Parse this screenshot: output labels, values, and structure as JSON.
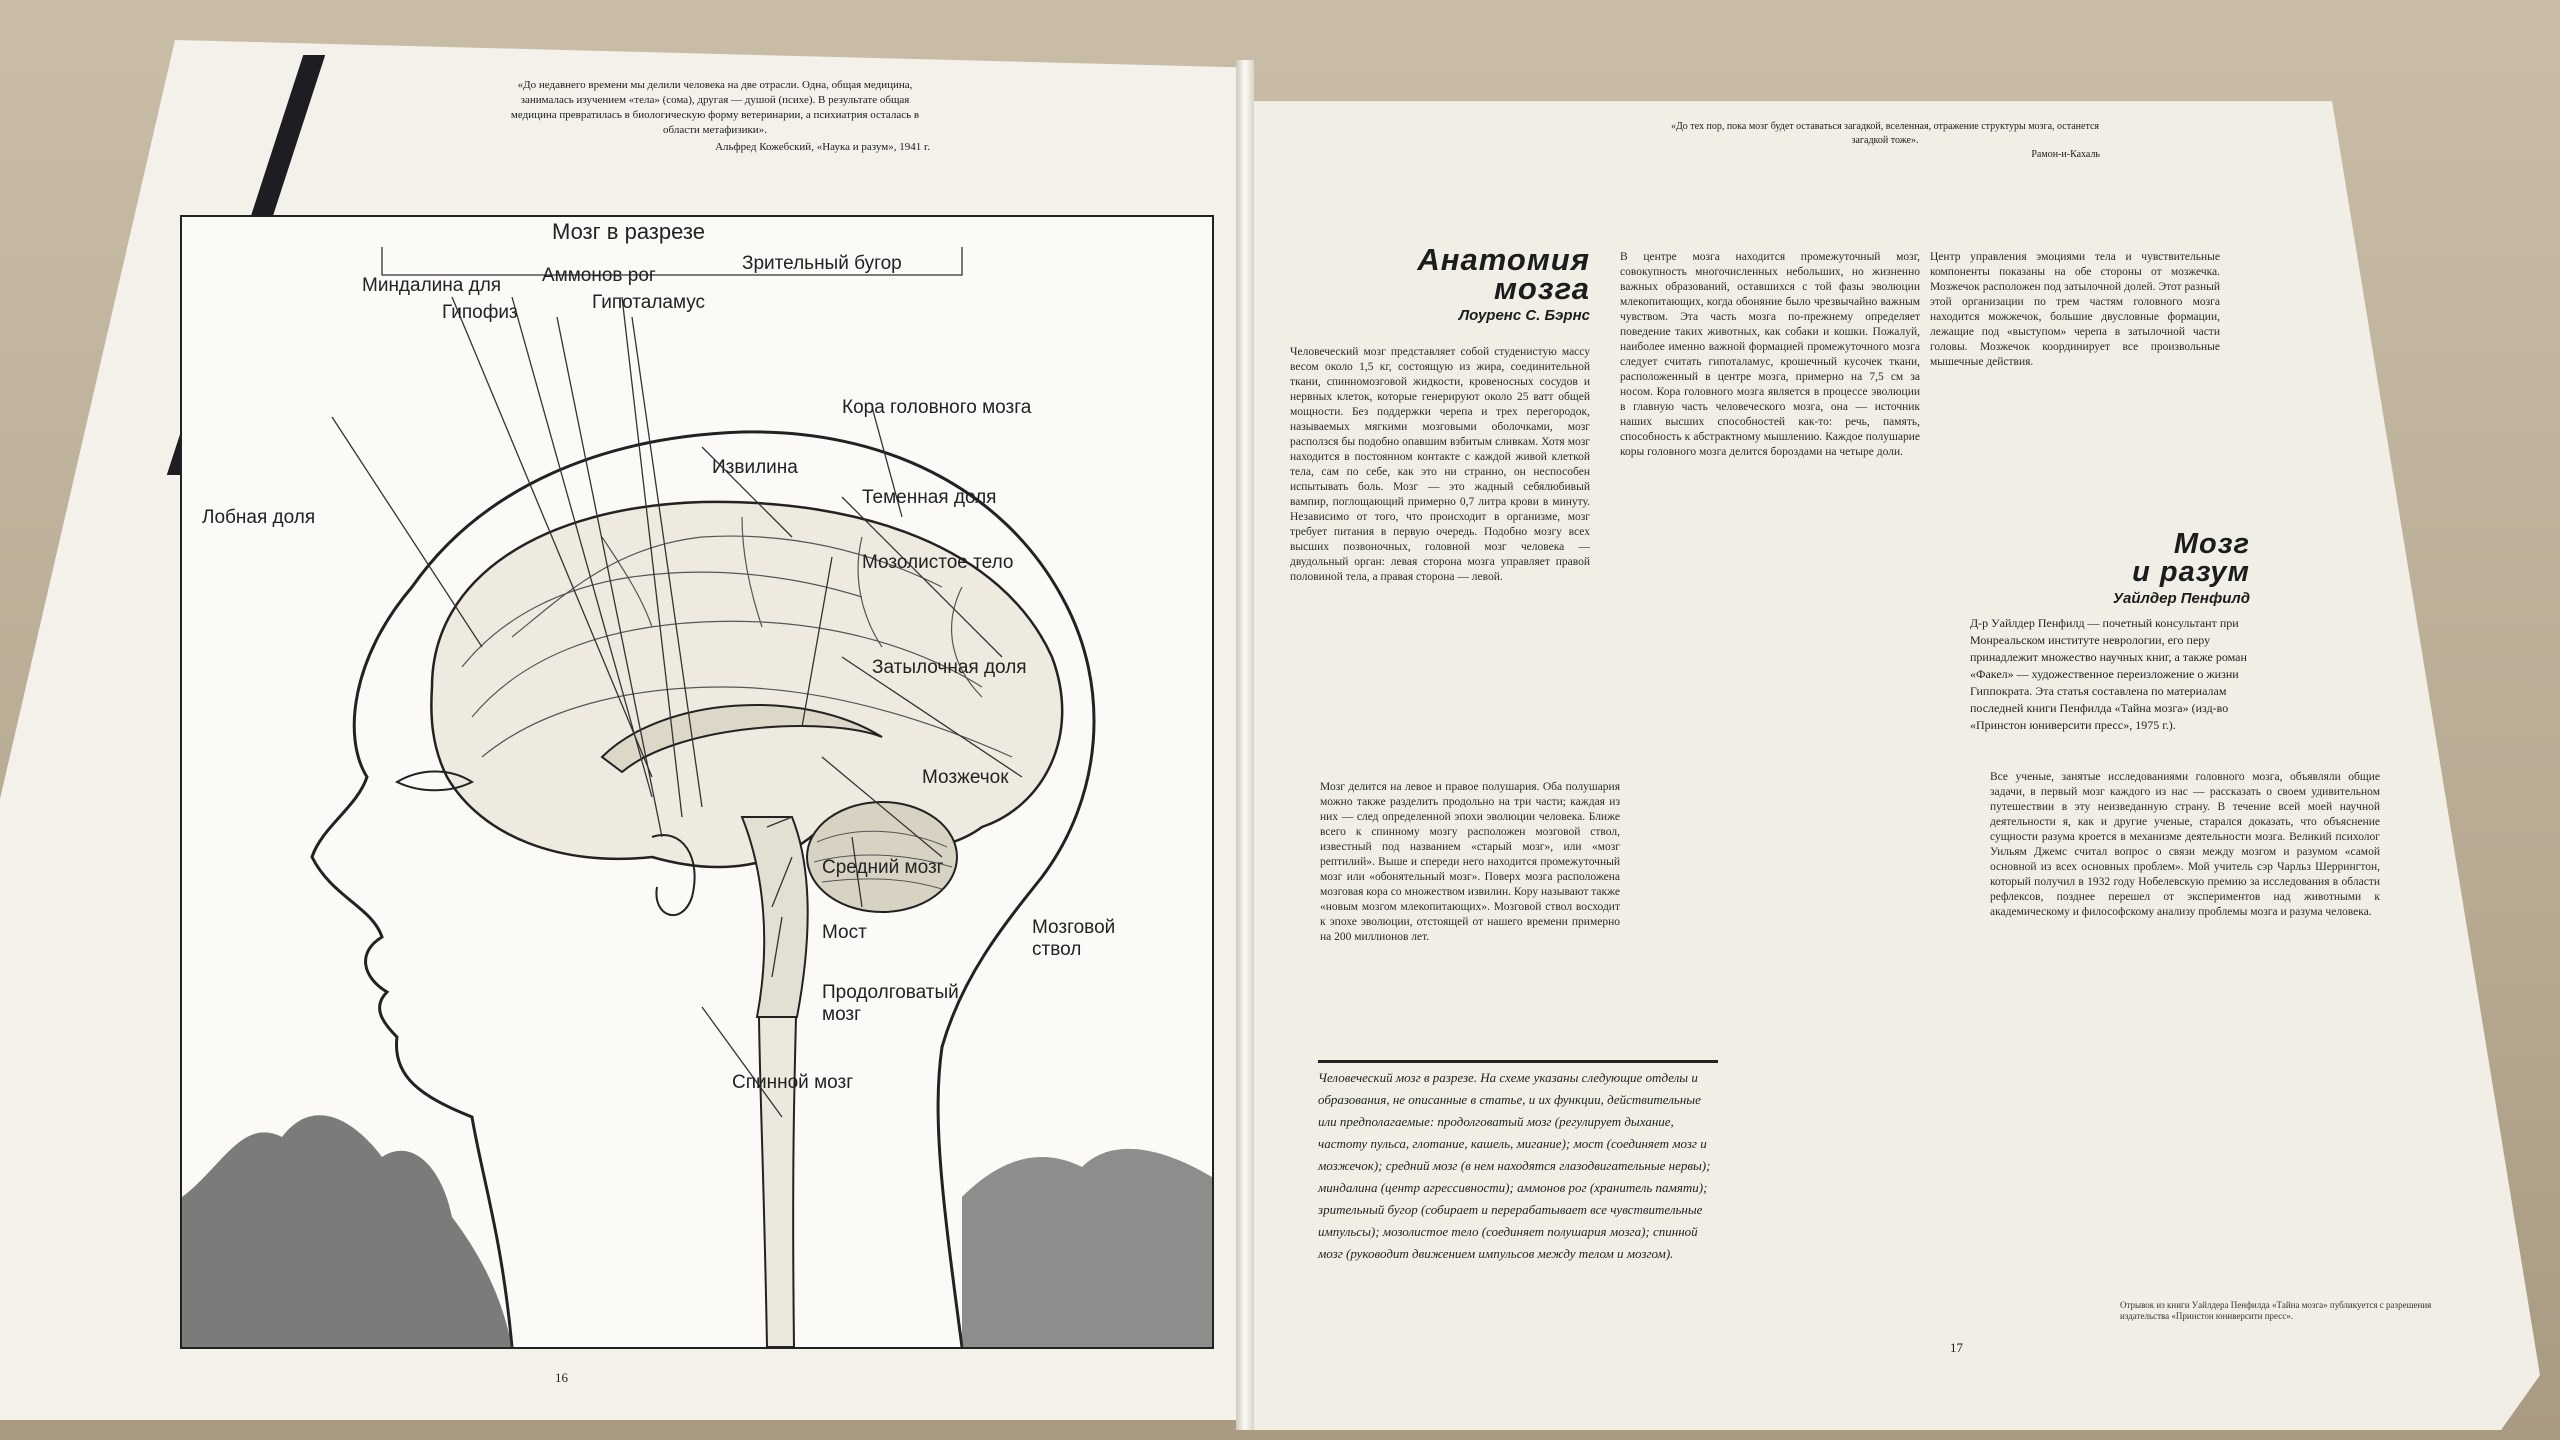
{
  "left_page": {
    "epigraph": "«До недавнего времени мы делили человека на две отрасли. Одна, общая медицина, занималась изучением «тела» (сома), другая — душой (психе). В результате общая медицина превратилась в биологическую форму ветеринарии, а психиатрия осталась в области метафизики».",
    "epigraph_source": "Альфред Кожебский, «Наука и разум», 1941 г.",
    "page_number": "16",
    "illustration": {
      "title": "Мозг в разрезе",
      "labels": [
        "Миндалина для",
        "Аммонов рог",
        "Зрительный бугор",
        "Гипофиз",
        "Гипоталамус",
        "Кора головного мозга",
        "Извилина",
        "Лобная доля",
        "Теменная доля",
        "Мозолистое тело",
        "Затылочная доля",
        "Мозжечок",
        "Средний мозг",
        "Мост",
        "Продолговатый мозг",
        "Мозговой ствол",
        "Спинной мозг"
      ]
    }
  },
  "right_page": {
    "epigraph": "«До тех пор, пока мозг будет оставаться загадкой, вселенная, отражение структуры мозга, останется загадкой тоже».",
    "epigraph_source": "Рамон-и-Кахаль",
    "page_number": "17",
    "article1": {
      "title_line1": "Анатомия",
      "title_line2": "мозга",
      "author": "Лоуренс С. Бэрнс",
      "col1": "Человеческий мозг представляет собой студенистую массу весом около 1,5 кг, состоящую из жира, соединительной ткани, спинномозговой жидкости, кровеносных сосудов и нервных клеток, которые генерируют около 25 ватт общей мощности. Без поддержки черепа и трех перегородок, называемых мягкими мозговыми оболочками, мозг расползся бы подобно опавшим взбитым сливкам. Хотя мозг находится в постоянном контакте с каждой живой клеткой тела, сам по себе, как это ни странно, он неспособен испытывать боль. Мозг — это жадный себялюбивый вампир, поглощающий примерно 0,7 литра крови в минуту. Независимо от того, что происходит в организме, мозг требует питания в первую очередь. Подобно мозгу всех высших позвоночных, головной мозг человека — двудольный орган: левая сторона мозга управляет правой половиной тела, а правая сторона — левой.",
      "col2": "Мозг делится на левое и правое полушария. Оба полушария можно также разделить продольно на три части; каждая из них — след определенной эпохи эволюции человека. Ближе всего к спинному мозгу расположен мозговой ствол, известный под названием «старый мозг», или «мозг рептилий». Выше и спереди него находится промежуточный мозг или «обонятельный мозг». Поверх мозга расположена мозговая кора со множеством извилин. Кору называют также «новым мозгом млекопитающих». Мозговой ствол восходит к эпохе эволюции, отстоящей от нашего времени примерно на 200 миллионов лет.",
      "col3": "В центре мозга находится промежуточный мозг, совокупность многочисленных небольших, но жизненно важных образований, оставшихся с той фазы эволюции млекопитающих, когда обоняние было чрезвычайно важным чувством. Эта часть мозга по-прежнему определяет поведение таких животных, как собаки и кошки. Пожалуй, наиболее именно важной формацией промежуточного мозга следует считать гипоталамус, крошечный кусочек ткани, расположенный в центре мозга, примерно на 7,5 см за носом. Кора головного мозга является в процессе эволюции в главную часть человеческого мозга, она — источник наших высших способностей как-то: речь, память, способность к абстрактному мышлению. Каждое полушарие коры головного мозга делится бороздами на четыре доли.",
      "col4": "Центр управления эмоциями тела и чувствительные компоненты показаны на обе стороны от мозжечка. Мозжечок расположен под затылочной долей. Этот разный этой организации по трем частям головного мозга находится можжечок, большие двусловные формации, лежащие под «выступом» черепа в затылочной части головы. Мозжечок координирует все произвольные мышечные действия."
    },
    "caption": "Человеческий мозг в разрезе. На схеме указаны следующие отделы и образования, не описанные в статье, и их функции, действительные или предполагаемые: продолговатый мозг (регулирует дыхание, частоту пульса, глотание, кашель, мигание); мост (соединяет мозг и мозжечок); средний мозг (в нем находятся глазодвигательные нервы); миндалина (центр агрессивности); аммонов рог (хранитель памяти); зрительный бугор (собирает и перерабатывает все чувствительные импульсы); мозолистое тело (соединяет полушария мозга); спинной мозг (руководит движением импульсов между телом и мозгом).",
    "article2": {
      "title_line1": "Мозг",
      "title_line2": "и разум",
      "author": "Уайлдер Пенфилд",
      "intro": "Д-р Уайлдер Пенфилд — почетный консультант при Монреальском институте неврологии, его перу принадлежит множество научных книг, а также роман «Факел» — художественное переизложение о жизни Гиппократа. Эта статья составлена по материалам последней книги Пенфилда «Тайна мозга» (изд-во «Принстон юниверсити пресс», 1975 г.).",
      "body": "Все ученые, занятые исследованиями головного мозга, объявляли общие задачи, в первый мозг каждого из нас — рассказать о своем удивительном путешествии в эту неизведанную страну. В течение всей моей научной деятельности я, как и другие ученые, старался доказать, что объяснение сущности разума кроется в механизме деятельности мозга. Великий психолог Уильям Джемс считал вопрос о связи между мозгом и разумом «самой основной из всех основных проблем». Мой учитель сэр Чарльз Шеррингтон, который получил в 1932 году Нобелевскую премию за исследования в области рефлексов, позднее перешел от экспериментов над животными к академическому и философскому анализу проблемы мозга и разума человека."
    },
    "footnote": "Отрывок из книги Уайлдера Пенфилда «Тайна мозга» публикуется с разрешения издательства «Принстон юниверсити пресс»."
  }
}
